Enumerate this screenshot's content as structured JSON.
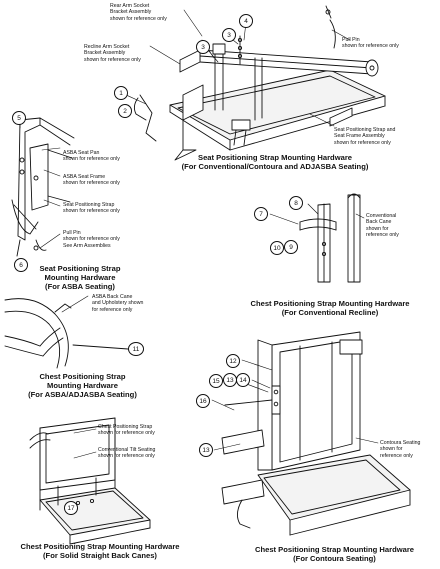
{
  "callouts": {
    "rear_arm_socket": "Rear Arm Socket\nBracket Assembly\nshown for reference only",
    "recline_arm_socket": "Recline Arm Socket\nBracket Assembly\nshown for reference only",
    "pull_pin_top": "Pull Pin\nshown for reference only",
    "seat_strap_frame": "Seat Positioning Strap and\nSeat Frame Assembly\nshown for reference only",
    "asba_seat_pan": "ASBA Seat Pan\nshown for reference only",
    "asba_seat_frame": "ASBA Seat Frame\nshown for reference only",
    "seat_strap": "Seat Positioning Strap\nshown for reference only",
    "pull_pin_asba": "Pull Pin\nshown for reference only\nSee Arm Assemblies",
    "conventional_back_cane": "Conventional\nBack Cane\nshown for\nreference only",
    "asba_back_cane": "ASBA Back Cane\nand Upholstery shown\nfor reference only",
    "chest_strap": "Chest Positioning Strap\nshown for reference only",
    "conventional_tilt": "Conventional Tilt Seating\nshown for reference only",
    "contoura_seating": "Contoura Seating\nshown for\nreference only"
  },
  "captions": {
    "seat_conventional": "Seat Positioning Strap Mounting Hardware\n(For Conventional/Contoura and ADJASBA Seating)",
    "seat_asba": "Seat Positioning Strap\nMounting Hardware\n(For ASBA Seating)",
    "chest_recline": "Chest Positioning Strap Mounting Hardware\n(For Conventional Recline)",
    "chest_asba": "Chest Positioning Strap\nMounting Hardware\n(For ASBA/ADJASBA Seating)",
    "chest_solid": "Chest Positioning Strap Mounting Hardware\n(For Solid Straight Back Canes)",
    "chest_contoura": "Chest Positioning Strap Mounting Hardware\n(For Contoura Seating)"
  },
  "numbers": {
    "n1": "1",
    "n2": "2",
    "n3": "3",
    "n4": "4",
    "n5": "5",
    "n6": "6",
    "n7": "7",
    "n8": "8",
    "n9": "9",
    "n10": "10",
    "n11": "11",
    "n12": "12",
    "n13": "13",
    "n14": "14",
    "n15": "15",
    "n16": "16",
    "n17": "17"
  }
}
